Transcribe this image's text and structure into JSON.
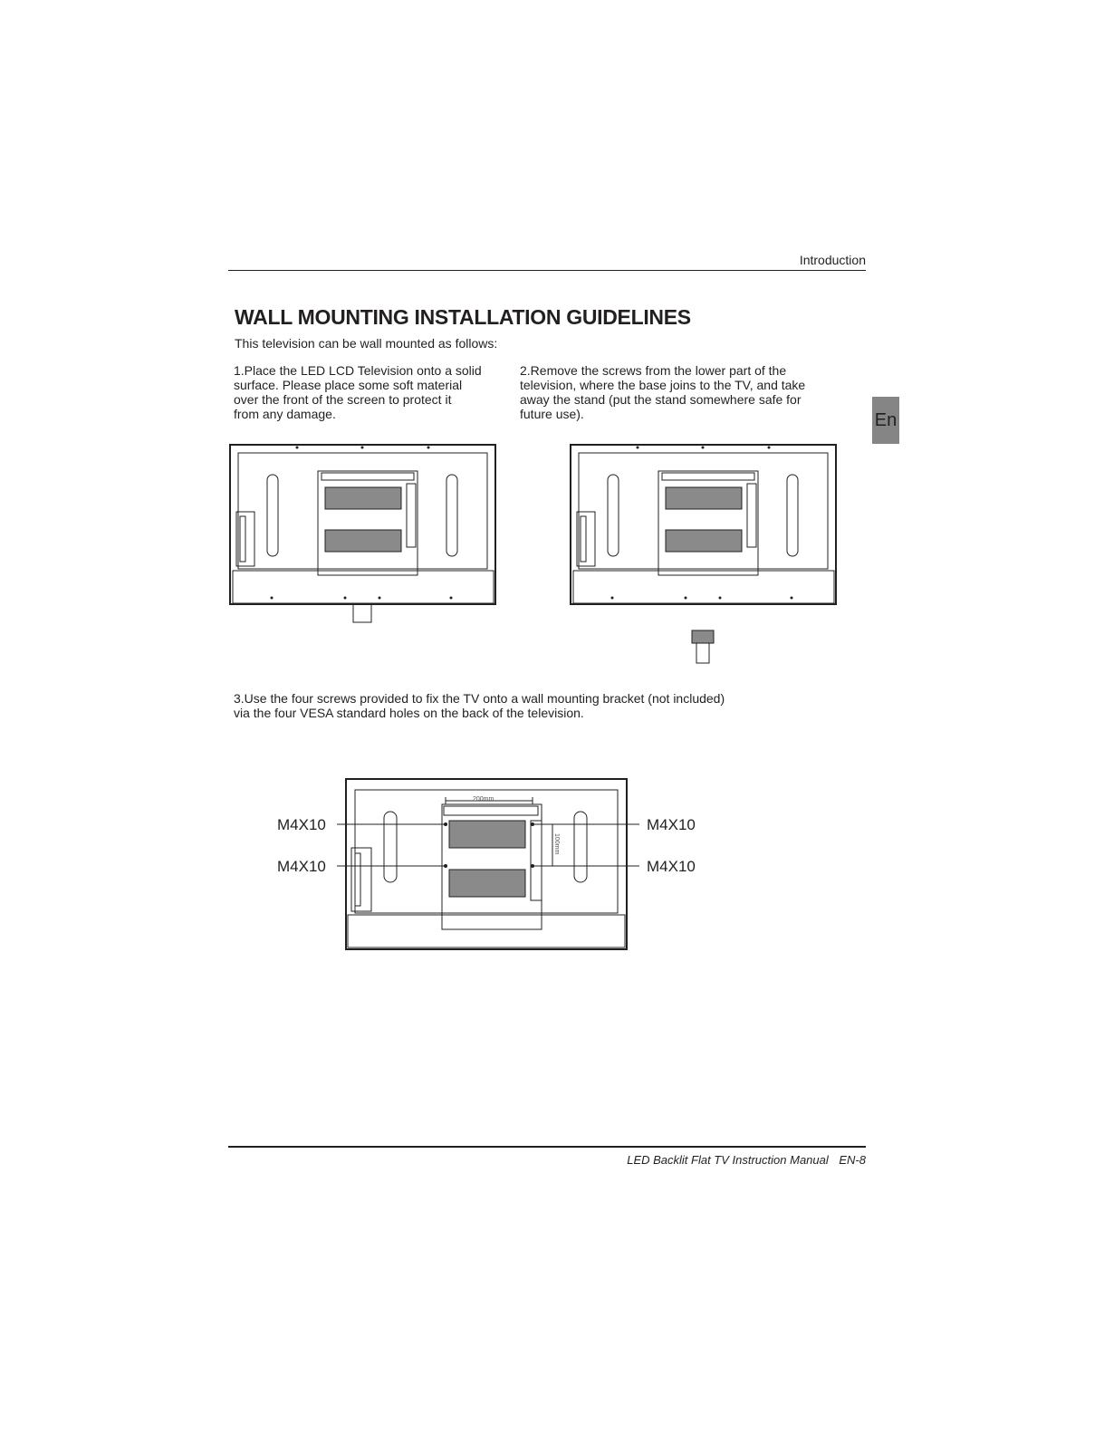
{
  "header": {
    "section": "Introduction"
  },
  "title": "WALL MOUNTING INSTALLATION GUIDELINES",
  "intro": "This television can be wall mounted as follows:",
  "steps": [
    {
      "text": "1.Place the LED LCD Television onto a solid\nsurface. Please place some soft material\nover the front of the screen to protect it\nfrom any damage."
    },
    {
      "text": " 2.Remove the screws from the lower part of the\ntelevision, where the base joins to the TV, and take\naway the stand (put the stand somewhere safe for\nfuture use)."
    },
    {
      "text": "3.Use the four screws provided to fix the TV onto a wall mounting bracket  (not included)\nvia the four VESA  standard holes on the back of the television."
    }
  ],
  "language_tab": "En",
  "diagram": {
    "screw_labels": {
      "top_left": "M4X10",
      "bottom_left": "M4X10",
      "top_right": "M4X10",
      "bottom_right": "M4X10"
    },
    "dimension_horizontal": "200mm",
    "dimension_vertical": "100mm"
  },
  "footer": {
    "manual_title": "LED Backlit Flat TV Instruction Manual",
    "page": "EN-8"
  },
  "colors": {
    "text": "#231f20",
    "tab": "#858585"
  }
}
